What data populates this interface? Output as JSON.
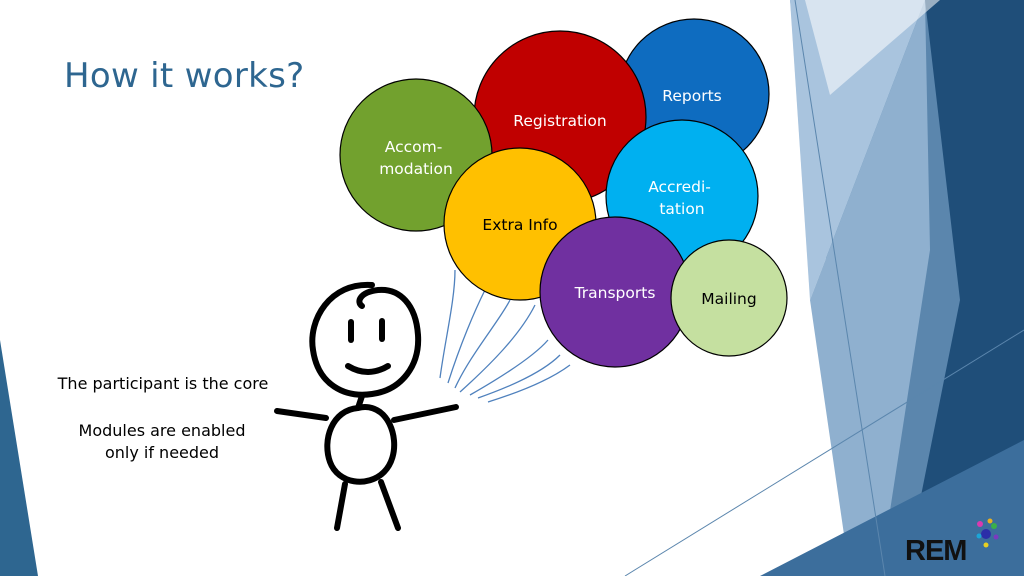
{
  "slide": {
    "title": "How it works?",
    "caption_1": "The participant is the core",
    "caption_2_line_1": "Modules are enabled",
    "caption_2_line_2": "only if needed"
  },
  "balloons": [
    {
      "label_lines": [
        "Reports"
      ],
      "color": "#0e6cc0",
      "text_color": "#ffffff"
    },
    {
      "label_lines": [
        "Registration"
      ],
      "color": "#c00000",
      "text_color": "#ffffff"
    },
    {
      "label_lines": [
        "Accom-",
        "modation"
      ],
      "color": "#72a12e",
      "text_color": "#ffffff"
    },
    {
      "label_lines": [
        "Extra Info"
      ],
      "color": "#ffc000",
      "text_color": "#000000"
    },
    {
      "label_lines": [
        "Accredi-",
        "tation"
      ],
      "color": "#00b0f0",
      "text_color": "#ffffff"
    },
    {
      "label_lines": [
        "Transports"
      ],
      "color": "#7030a0",
      "text_color": "#ffffff"
    },
    {
      "label_lines": [
        "Mailing"
      ],
      "color": "#c5e0a0",
      "text_color": "#000000"
    }
  ],
  "logo": {
    "text": "REM"
  },
  "colors": {
    "title": "#2e6690",
    "background_dark": "#1f4e79",
    "background_mid": "#5b86ad",
    "background_light": "#a9c4de"
  }
}
